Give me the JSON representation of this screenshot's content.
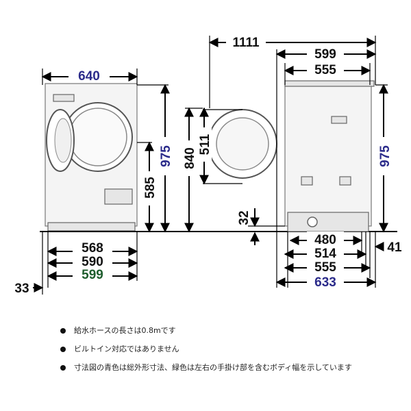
{
  "colors": {
    "black": "#111111",
    "blue": "#2b2b8a",
    "green": "#1f5e2e",
    "machine_stroke": "#777777"
  },
  "front_view": {
    "width_total": "640",
    "height_total": "975",
    "height_floor_to_door": "585",
    "depth_568": "568",
    "depth_590": "590",
    "depth_599": "599",
    "offset_33": "33"
  },
  "side_view_center": {
    "height_840": "840",
    "height_511": "511"
  },
  "side_view_right": {
    "overall_1111": "1111",
    "width_599": "599",
    "width_555_top": "555",
    "height_975": "975",
    "height_32": "32",
    "width_480": "480",
    "width_514": "514",
    "width_555_bottom": "555",
    "width_633": "633",
    "offset_41": "41"
  },
  "notes": [
    "給水ホースの長さは0.8mです",
    "ビルトイン対応ではありません",
    "寸法図の青色は総外形寸法、緑色は左右の手掛け部を含むボディ幅を示しています"
  ]
}
